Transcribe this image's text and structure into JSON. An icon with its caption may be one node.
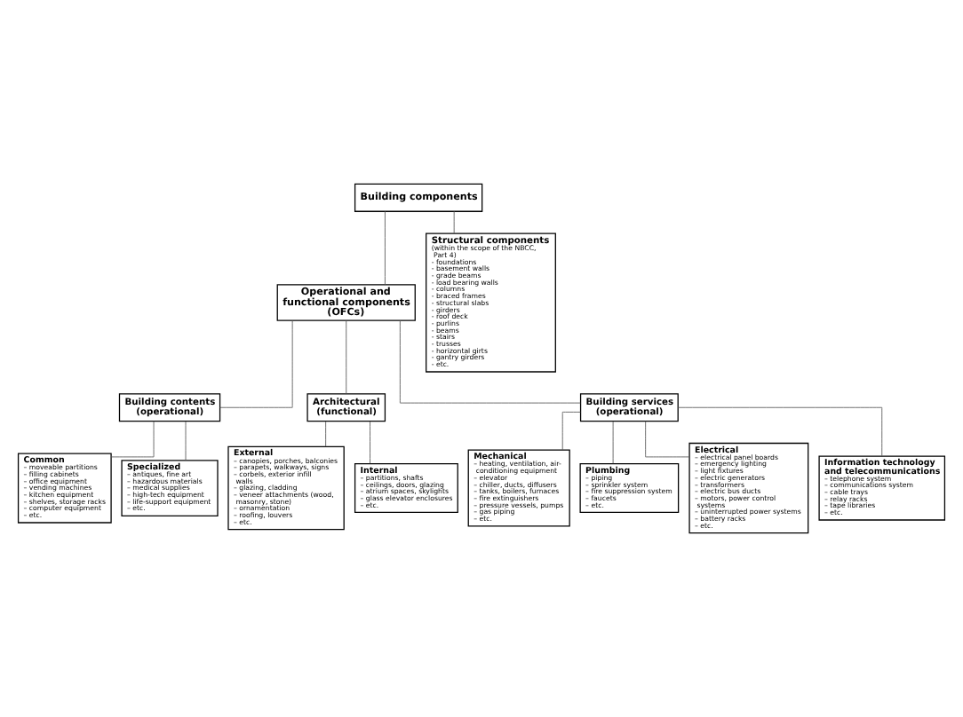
{
  "diagram": {
    "nodes": [
      {
        "text": [
          "Building components"
        ]
      },
      {
        "text": [
          "Operational and functional components (OFCs)"
        ]
      },
      {
        "text": [
          "Structural components",
          "(within the scope of the NBCC, Part 4)",
          "- foundations",
          "- basement walls",
          "- grade beams",
          "- load bearing walls",
          "- columns",
          "- braced frames",
          "- structural slabs",
          "- girders",
          "- roof deck",
          "- purlins",
          "- beams",
          "- stairs",
          "- trusses",
          "- horizontal girts",
          "- gantry girders",
          "- etc."
        ]
      },
      {
        "text": [
          "Building contents (operational)"
        ]
      },
      {
        "text": [
          "Common",
          "– moveable partitions",
          "– filling cabinets",
          "– office equipment",
          "– vending machines",
          "– kitchen equipment",
          "– shelves, storage racks",
          "– computer equipment",
          "– etc."
        ]
      },
      {
        "text": [
          "Specialized",
          "– antiques, fine art",
          "– hazardous materials",
          "– medical supplies",
          "– high-tech equipment",
          "– life-support equipment",
          "– etc."
        ]
      },
      {
        "text": [
          "Architectural (functional)"
        ]
      },
      {
        "text": [
          "Building services (operational)"
        ]
      },
      {
        "text": [
          "External",
          "– canopies, porches, balconies",
          "– parapets, walkways, signs",
          "– corbels, exterior infill walls",
          "– glazing, cladding",
          "– veneer attachments (wood, masonry, stone)",
          "– ornamentation",
          "– roofing, louvers",
          "– etc."
        ]
      },
      {
        "text": [
          "Internal",
          "– partitions, shafts",
          "– ceilings, doors, glazing",
          "– atrium spaces, skylights",
          "– glass elevator enclosures",
          "– etc."
        ]
      },
      {
        "text": [
          "Mechanical",
          "– heating, ventilation, air-conditioning equipment",
          "– elevator",
          "– chiller, ducts, diffusers",
          "– tanks, boilers, furnaces",
          "– fire extinguishers",
          "– pressure vessels, pumps",
          "– gas piping",
          "– etc."
        ]
      },
      {
        "text": [
          "Plumbing",
          "– piping",
          "– sprinkler system",
          "– fire suppression system",
          "– faucets",
          "– etc."
        ]
      },
      {
        "text": [
          "Electrical",
          "– electrical panel boards",
          "– emergency lighting",
          "– light fixtures",
          "– electric generators",
          "– transformers",
          "– electric bus ducts",
          "– motors, power control systems",
          "– uninterrupted power systems",
          "– battery racks",
          "– etc."
        ]
      },
      {
        "text": [
          "Information technology and telecommunications",
          "– telephone system",
          "– communications system",
          "– cable trays",
          "– relay racks",
          "– tape libraries",
          "– etc."
        ]
      }
    ],
    "edges": [
      {
        "from": 0,
        "to": 1,
        "arrow": "none"
      },
      {
        "from": 0,
        "to": 2,
        "arrow": "none"
      },
      {
        "from": 1,
        "to": 3,
        "arrow": "none"
      },
      {
        "from": 1,
        "to": 6,
        "arrow": "none"
      },
      {
        "from": 1,
        "to": 7,
        "arrow": "none"
      },
      {
        "from": 3,
        "to": 4,
        "arrow": "none"
      },
      {
        "from": 3,
        "to": 5,
        "arrow": "none"
      },
      {
        "from": 6,
        "to": 8,
        "arrow": "none"
      },
      {
        "from": 6,
        "to": 9,
        "arrow": "none"
      },
      {
        "from": 7,
        "to": 10,
        "arrow": "none"
      },
      {
        "from": 7,
        "to": 11,
        "arrow": "none"
      },
      {
        "from": 7,
        "to": 12,
        "arrow": "none"
      },
      {
        "from": 7,
        "to": 13,
        "arrow": "none"
      }
    ]
  }
}
